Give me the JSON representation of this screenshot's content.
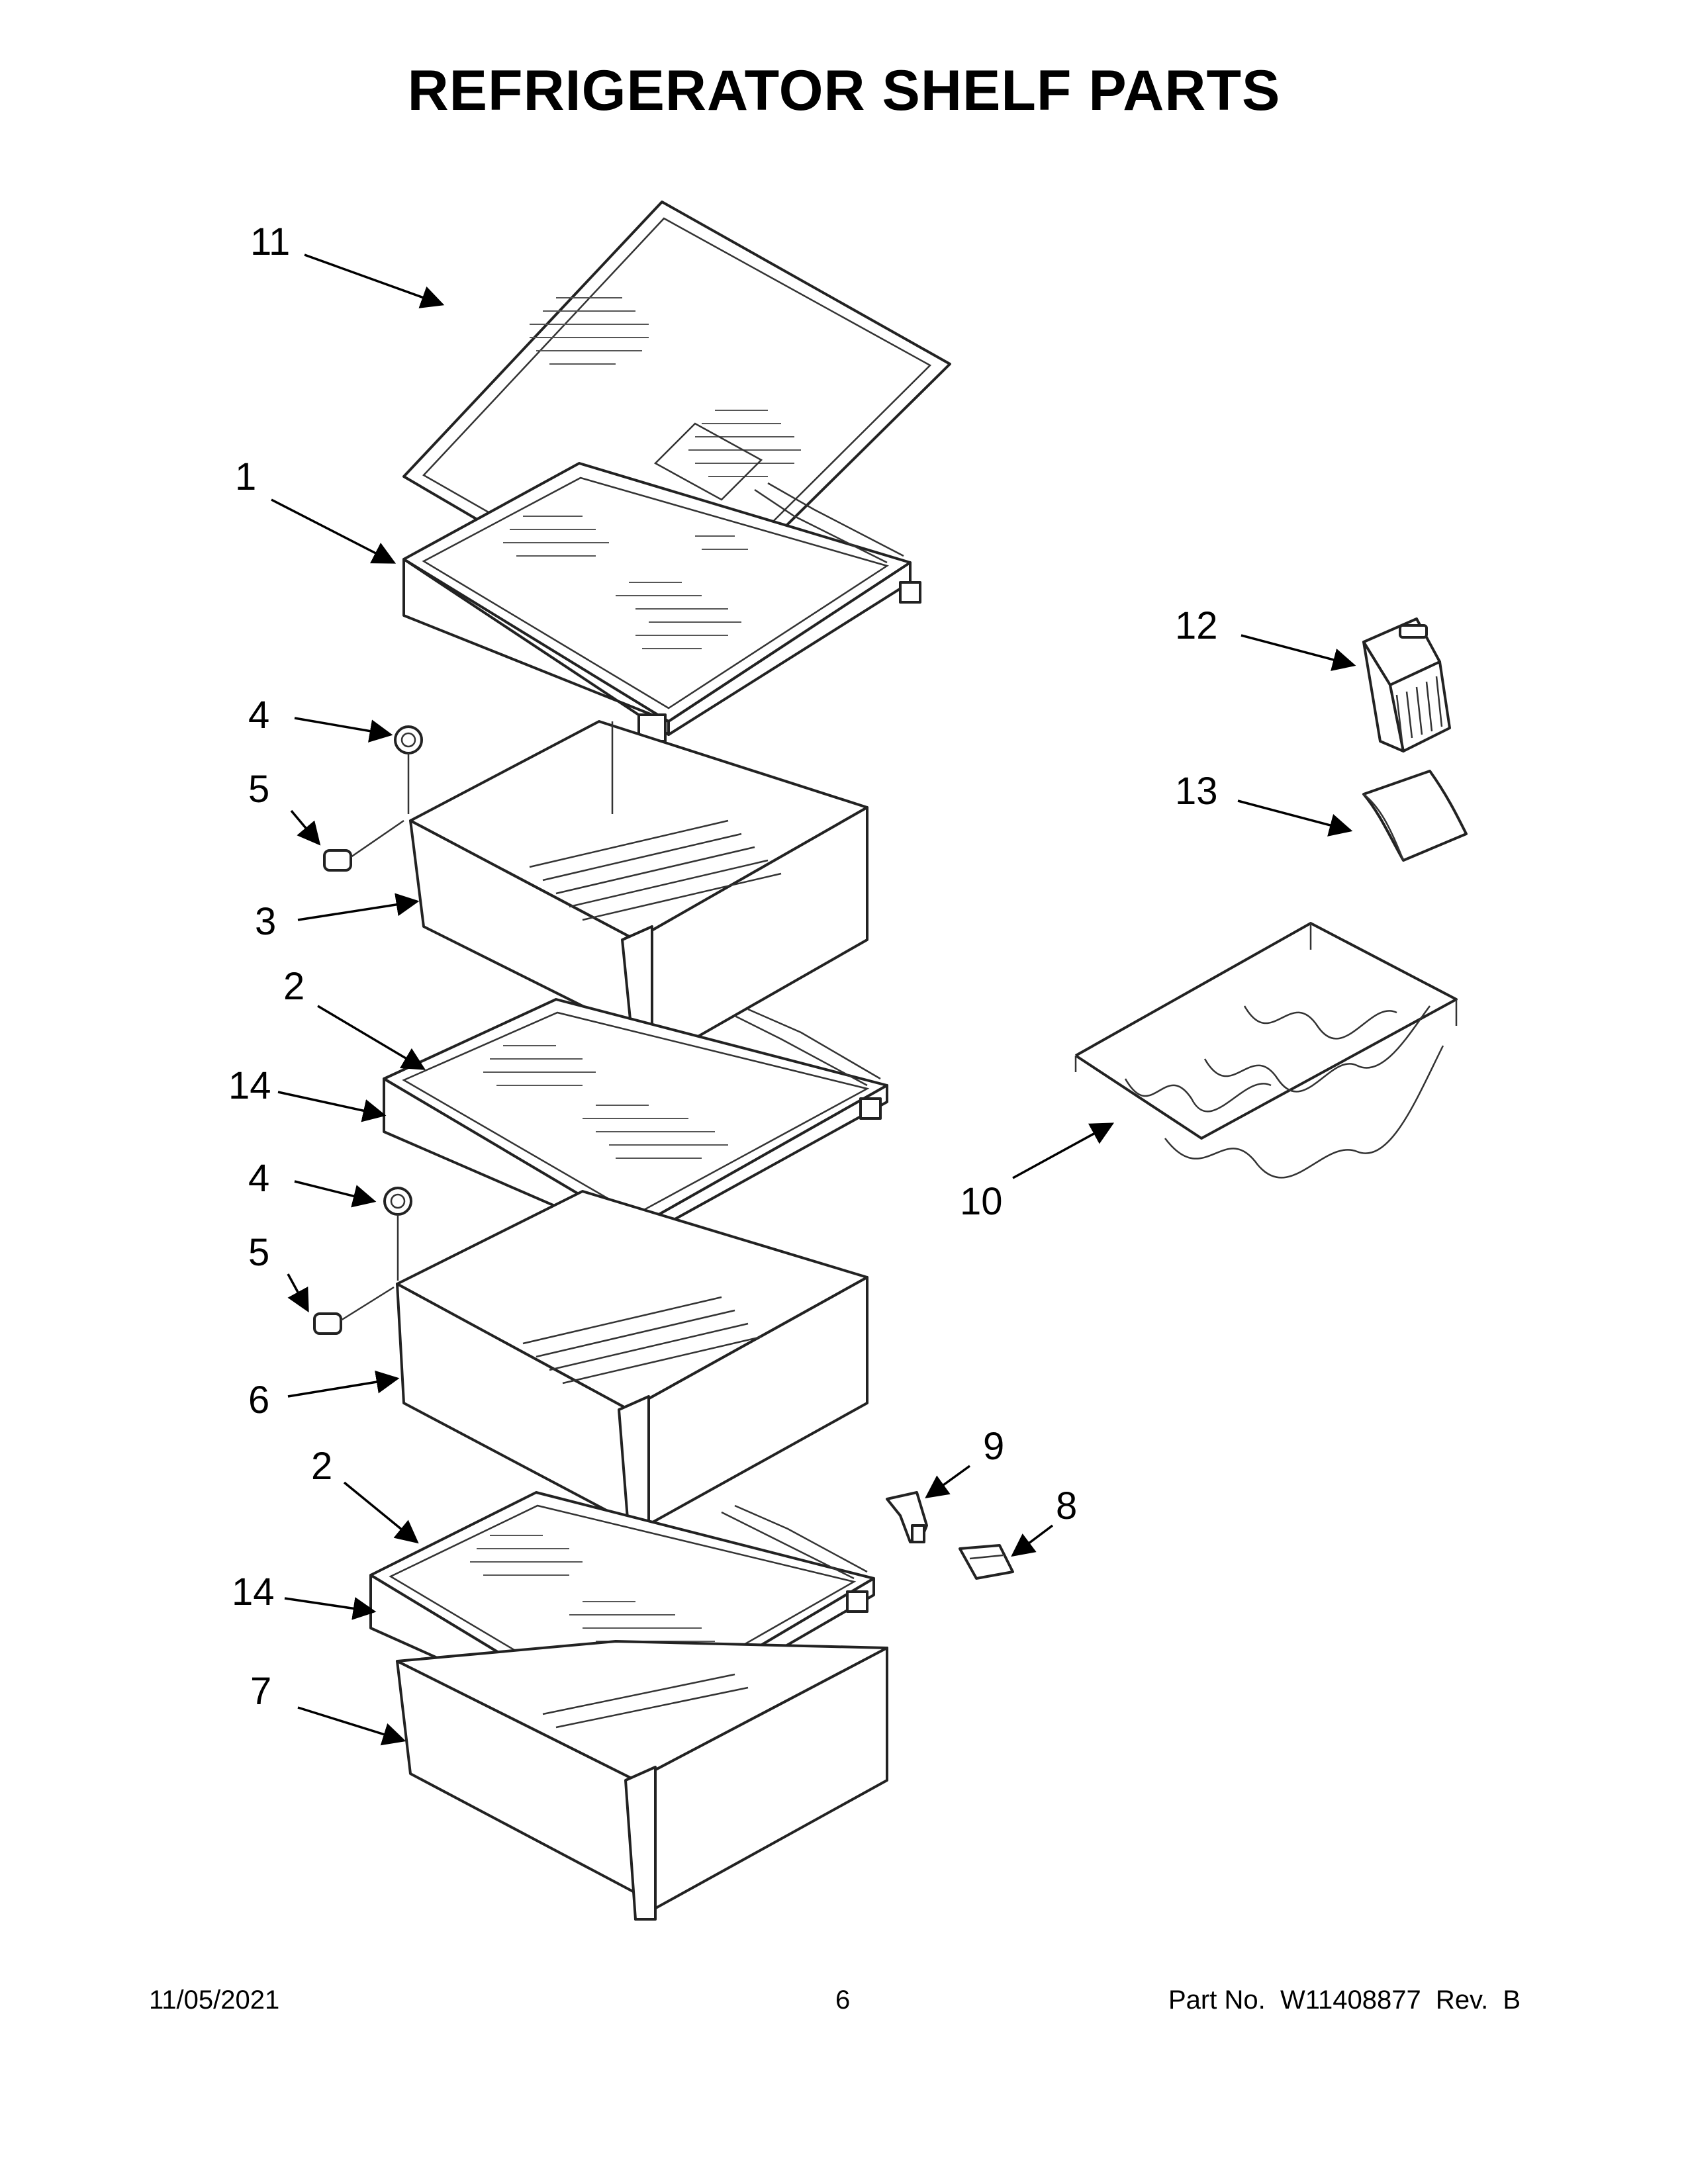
{
  "title": "REFRIGERATOR SHELF PARTS",
  "callouts": {
    "c11": "11",
    "c1": "1",
    "c4a": "4",
    "c5a": "5",
    "c3": "3",
    "c2a": "2",
    "c14a": "14",
    "c4b": "4",
    "c5b": "5",
    "c6": "6",
    "c2b": "2",
    "c14b": "14",
    "c7": "7",
    "c12": "12",
    "c13": "13",
    "c10": "10",
    "c9": "9",
    "c8": "8"
  },
  "footer": {
    "date": "11/05/2021",
    "page": "6",
    "part_number": "Part No.  W11408877  Rev.  B"
  }
}
